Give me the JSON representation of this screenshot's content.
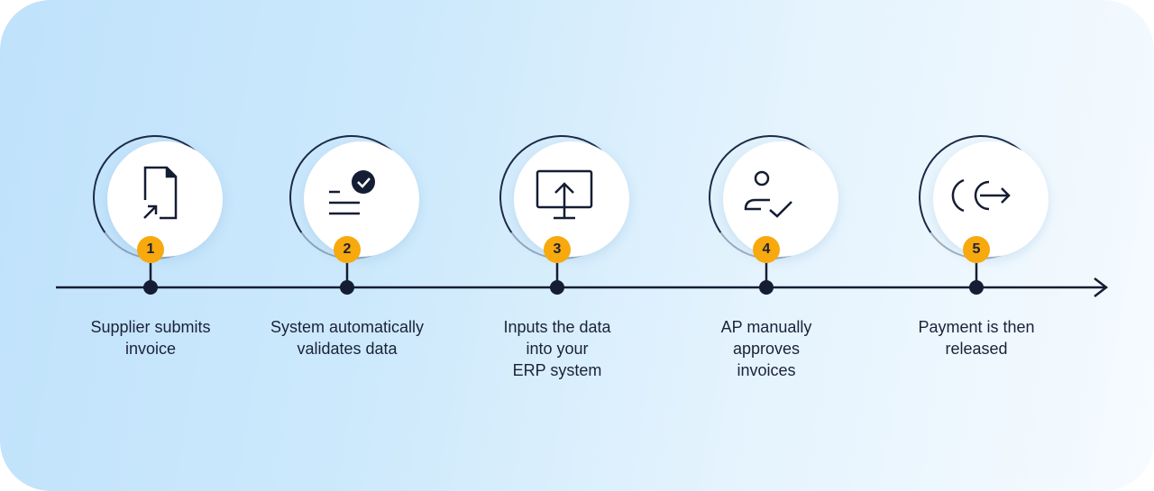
{
  "colors": {
    "badge": "#f7a90d",
    "ink": "#1b2238"
  },
  "steps": [
    {
      "number": "1",
      "label": "Supplier submits\ninvoice",
      "icon": "document-arrow-icon"
    },
    {
      "number": "2",
      "label": "System automatically\nvalidates data",
      "icon": "list-check-icon"
    },
    {
      "number": "3",
      "label": "Inputs the data\ninto your\nERP system",
      "icon": "monitor-upload-icon"
    },
    {
      "number": "4",
      "label": "AP manually\napproves\ninvoices",
      "icon": "user-check-icon"
    },
    {
      "number": "5",
      "label": "Payment is then\nreleased",
      "icon": "payment-out-icon"
    }
  ]
}
